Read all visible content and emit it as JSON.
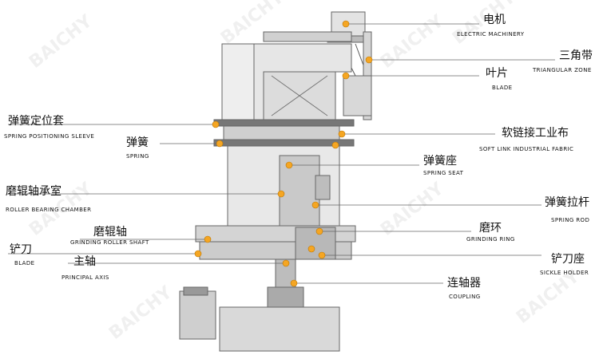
{
  "watermark": "BAICHY",
  "colors": {
    "accent": "#f5a623",
    "line": "#555555",
    "machine": "#e0e0e0",
    "machine_dark": "#9a9a9a",
    "label": "#111111"
  },
  "labels": {
    "electric_machinery": {
      "zh": "电机",
      "en": "ELECTRIC MACHINERY"
    },
    "triangular_zone": {
      "zh": "三角带",
      "en": "TRIANGULAR ZONE"
    },
    "blade_top": {
      "zh": "叶片",
      "en": "BLADE"
    },
    "spring_positioning_sleeve": {
      "zh": "弹簧定位套",
      "en": "SPRING POSITIONING SLEEVE"
    },
    "spring": {
      "zh": "弹簧",
      "en": "SPRING"
    },
    "soft_link_fabric": {
      "zh": "软链接工业布",
      "en": "SOFT LINK INDUSTRIAL FABRIC"
    },
    "spring_seat": {
      "zh": "弹簧座",
      "en": "SPRING SEAT"
    },
    "roller_bearing_chamber": {
      "zh": "磨辊轴承室",
      "en": "ROLLER BEARING CHAMBER"
    },
    "spring_rod": {
      "zh": "弹簧拉杆",
      "en": "SPRING ROD"
    },
    "grinding_roller_shaft": {
      "zh": "磨辊轴",
      "en": "GRINDING ROLLER SHAFT"
    },
    "grinding_ring": {
      "zh": "磨环",
      "en": "GRINDING RING"
    },
    "blade_bottom": {
      "zh": "铲刀",
      "en": "BLADE"
    },
    "principal_axis": {
      "zh": "主轴",
      "en": "PRINCIPAL AXIS"
    },
    "sickle_holder": {
      "zh": "铲刀座",
      "en": "SICKLE HOLDER"
    },
    "coupling": {
      "zh": "连轴器",
      "en": "COUPLING"
    }
  }
}
